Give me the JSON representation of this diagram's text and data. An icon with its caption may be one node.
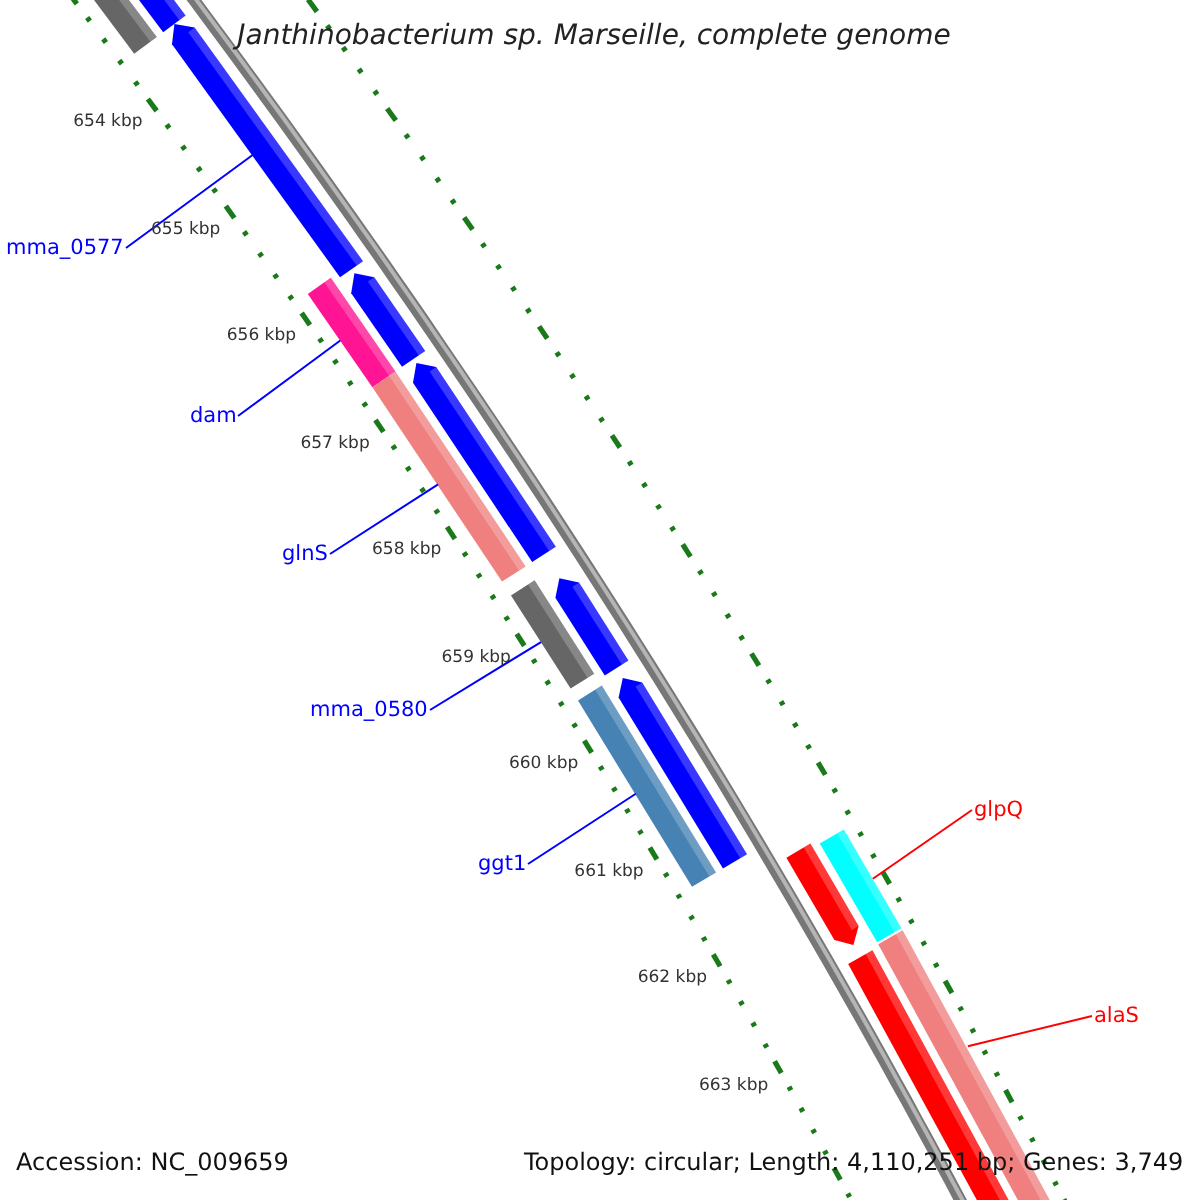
{
  "diagram": {
    "title": "Janthinobacterium sp. Marseille, complete genome",
    "nodes": [
      {
        "text": [
          "mma_0577"
        ]
      },
      {
        "text": [
          "dam"
        ]
      },
      {
        "text": [
          "glnS"
        ]
      },
      {
        "text": [
          "mma_0580"
        ]
      },
      {
        "text": [
          "ggt1"
        ]
      },
      {
        "text": [
          "glpQ"
        ]
      },
      {
        "text": [
          "alaS"
        ]
      },
      {
        "text": [],
        "shape": "bar"
      },
      {
        "text": [],
        "shape": "bar"
      },
      {
        "text": [],
        "shape": "bar"
      },
      {
        "text": [],
        "shape": "bar"
      },
      {
        "text": [],
        "shape": "bar"
      },
      {
        "text": [],
        "shape": "bar"
      },
      {
        "text": [],
        "shape": "bar"
      }
    ],
    "edges": [
      {
        "from": 0,
        "to": 7,
        "arrow": "none"
      },
      {
        "from": 1,
        "to": 8,
        "arrow": "none"
      },
      {
        "from": 2,
        "to": 9,
        "arrow": "none"
      },
      {
        "from": 3,
        "to": 10,
        "arrow": "none"
      },
      {
        "from": 4,
        "to": 11,
        "arrow": "none"
      },
      {
        "from": 5,
        "to": 12,
        "arrow": "none",
        "color": "#ff0000"
      },
      {
        "from": 6,
        "to": 13,
        "arrow": "none",
        "color": "#ff0000"
      }
    ],
    "labels": [
      "654 kbp",
      "655 kbp",
      "656 kbp",
      "657 kbp",
      "658 kbp",
      "659 kbp",
      "660 kbp",
      "661 kbp",
      "662 kbp",
      "663 kbp",
      "Accession: NC_009659",
      "Topology: circular; Length: 4,110,251 bp; Genes: 3,749"
    ]
  }
}
